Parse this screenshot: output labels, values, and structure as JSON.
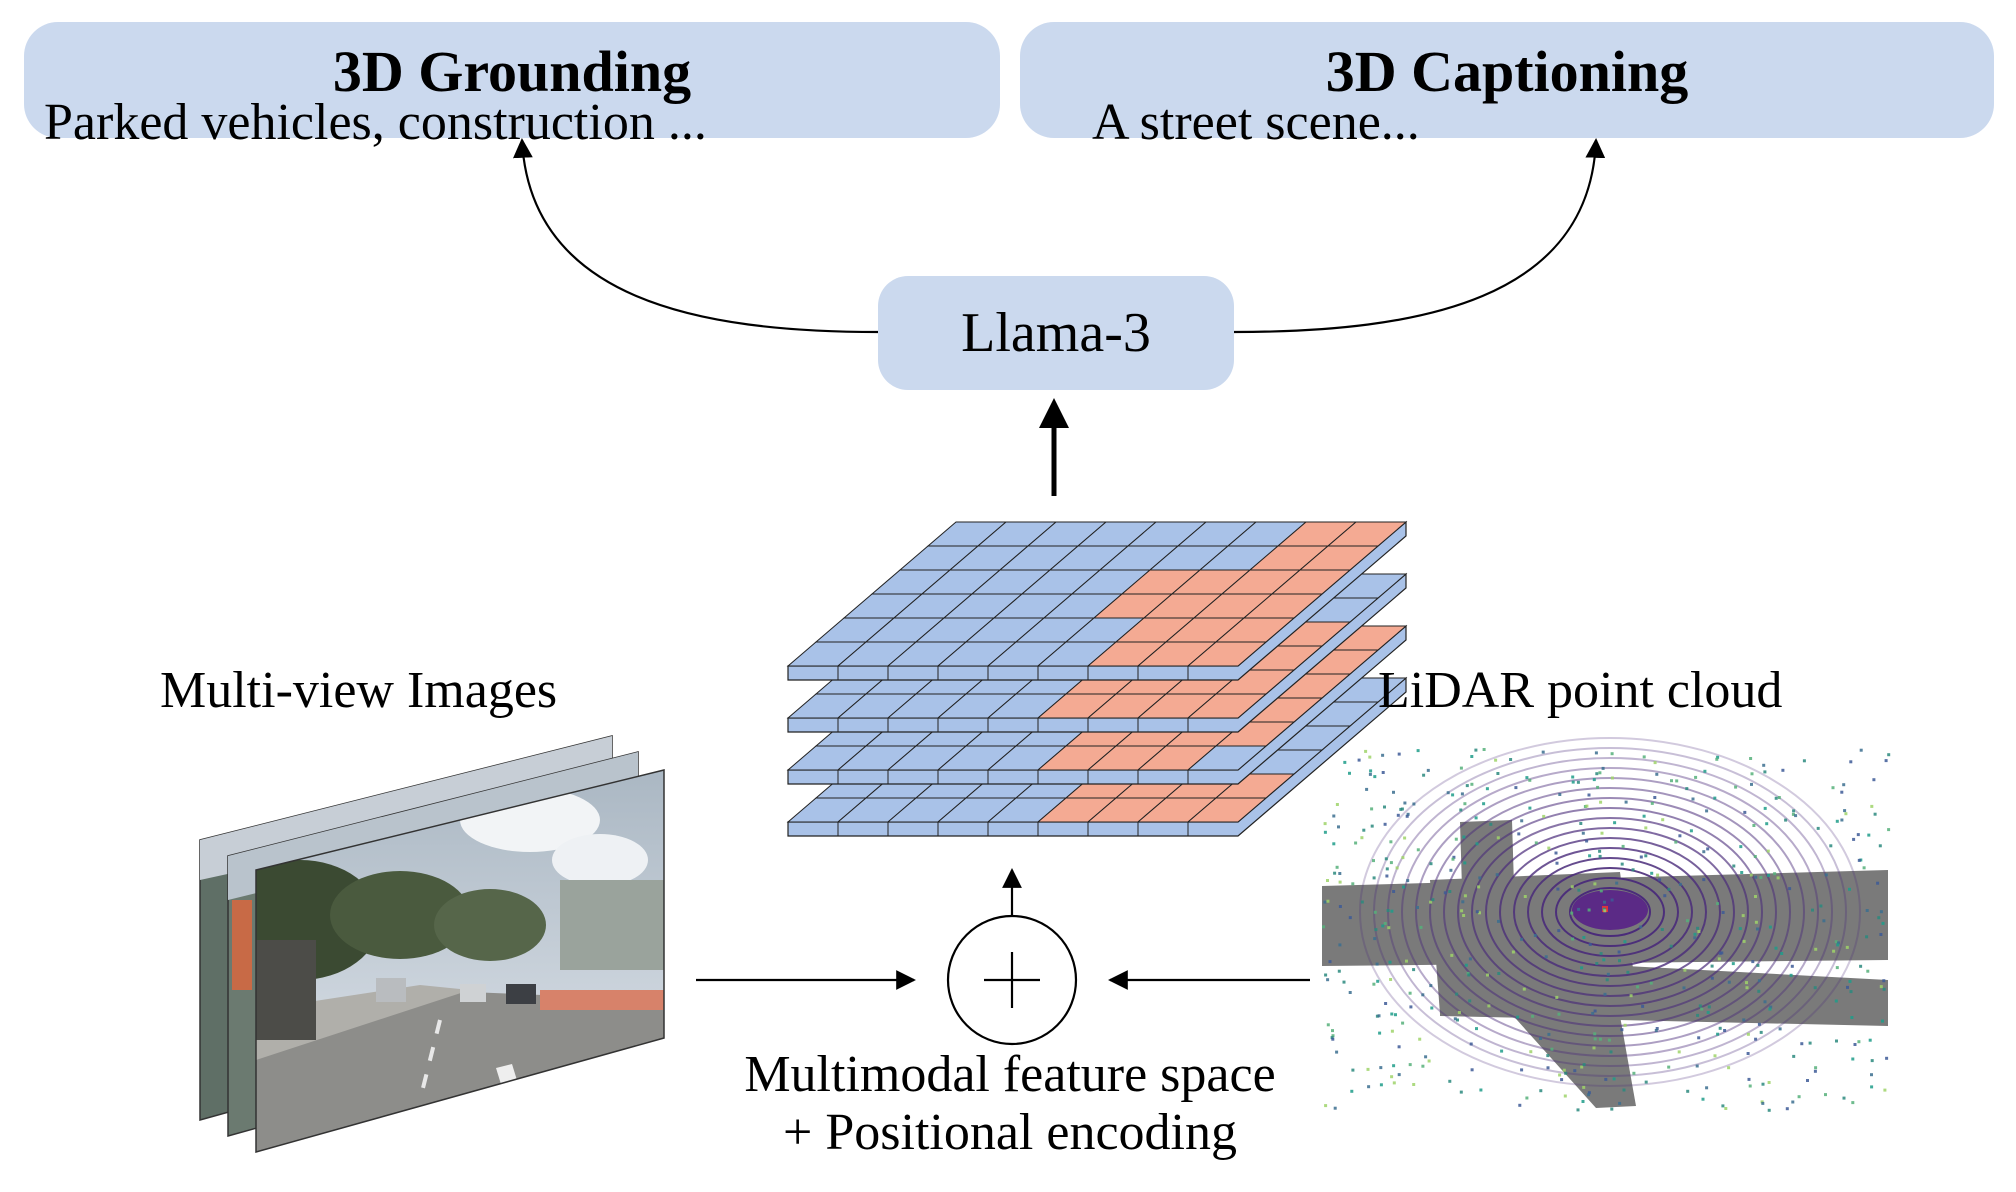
{
  "outputs": {
    "grounding": {
      "title": "3D Grounding",
      "text": "Parked vehicles, construction ..."
    },
    "captioning": {
      "title": "3D Captioning",
      "text": "A street scene..."
    }
  },
  "model": {
    "label": "Llama-3"
  },
  "inputs": {
    "images_label": "Multi-view Images",
    "lidar_label": "LiDAR point cloud"
  },
  "fusion": {
    "line1": "Multimodal feature space",
    "line2": "+ Positional encoding"
  },
  "colors": {
    "box_fill": "#cbd9ee",
    "token_blue": "#a9c2e8",
    "token_salmon": "#f4aa93",
    "road_gray": "#7a7a7a"
  }
}
